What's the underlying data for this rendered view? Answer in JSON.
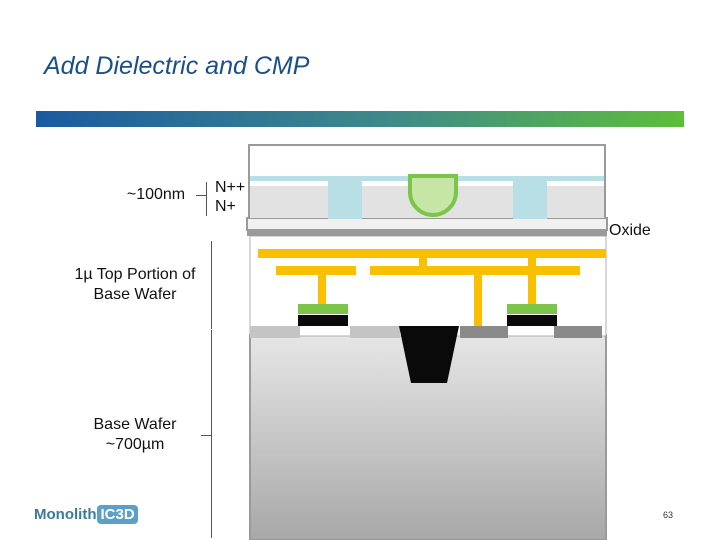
{
  "slide": {
    "title": "Add Dielectric and CMP",
    "page_number": "63"
  },
  "labels": {
    "thickness": "~100nm",
    "n_plus_plus": "N++",
    "n_plus": "N+",
    "oxide": "Oxide",
    "top_portion_line1": "1µ Top Portion of",
    "top_portion_line2": "Base Wafer",
    "base_wafer_line1": "Base Wafer",
    "base_wafer_line2": "~700µm"
  },
  "logo": {
    "text": "Monolith",
    "badge": "IC3D"
  },
  "colors": {
    "title": "#1a4f8a",
    "metal": "#f8c000",
    "via_green": "#7cc44a",
    "contact_fill": "#b8dfe6",
    "oxide_gray": "#9a9a9a",
    "silicon": "#d0d0d0"
  }
}
